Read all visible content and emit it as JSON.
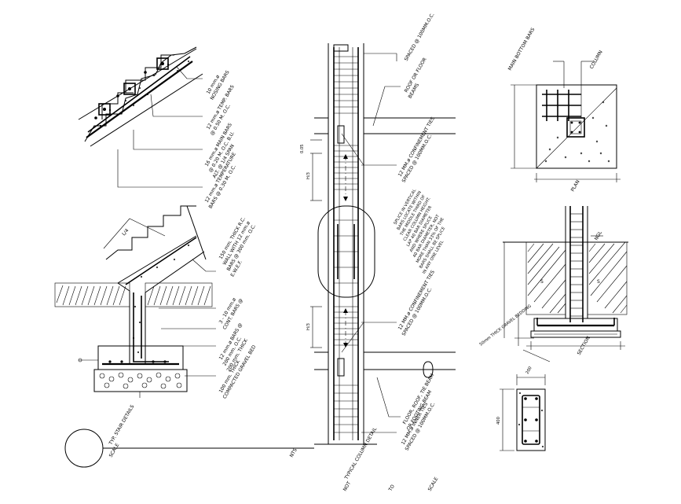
{
  "stair": {
    "nosing_label": [
      "10 mm.ø",
      "NOSING BARS"
    ],
    "temp_bars_label": [
      "12 mm.ø TEMP. BARS",
      "@ 0.50 M. O.C."
    ],
    "main_bars_label": [
      "16 mm.ø MAIN BARS",
      "@ 0.20 M. O.C. B.U.",
      "ALT. @ 1/4 SPAN"
    ],
    "temperature_label": [
      "12 mm.ø TEMPERATURE",
      "BARS @ 0.30 M. O.C."
    ],
    "span_mark": "L/4",
    "slab_label": [
      "150 mm. THICK R.C.",
      "WALL WITH 12 mm.ø",
      "BARS @ 300 mm. O.C.",
      "E.W.E.F."
    ],
    "dowel_label": [
      "3 - 10 mm.ø",
      "CONT. BARS @"
    ],
    "footing_label": [
      "12 mm.ø BARS @",
      "200 mm. O.C.",
      "200 mm. THICK"
    ],
    "gravel_label": [
      "100 mm. THICK",
      "COMPACTED GRAVEL BED"
    ],
    "title": "TYP. STAIR DETAILS",
    "scale_text": "SCALE",
    "nts_text": "NTS"
  },
  "column": {
    "spacing_top_label": "SPACED @ 100MM.O.C.",
    "roof_label": [
      "ROOF OR FLOOR",
      "BEAMS"
    ],
    "ties_label_top": [
      "12 MM.ø CONFINEMENT TIES",
      "SPACED @ 100MM.O.C."
    ],
    "splice_label": [
      "SPLICE IN VERTICAL",
      "BARS LOCATE WITHIN",
      "THE MIDDLE THIRD OF",
      "CLEAR COLUMN HEIGHT.",
      "LAP 40 BAR DIAMETER",
      "AND WHERE SPLICE",
      "40 BAR DIAMETER, NOT",
      "MORE THAN 33% OF THE",
      "BARS SHALL BE SPLICE",
      "IN ANY ONE LEVEL"
    ],
    "ties_label_bottom": [
      "12 MM.ø CONFINEMENT TIES",
      "SPACED @ 100MM.O.C."
    ],
    "floor_label": [
      "FLOOR, ROOF, TIE BEAM",
      "OR FOOTING BEAM"
    ],
    "ties_label_base": [
      "12 MM.ø INNER TIES",
      "SPACED @ 100MM.O.C."
    ],
    "dim_top": "0.05",
    "third_top": "H/3",
    "third_bottom": "H/3",
    "title": "TYPICAL COLUMN DETAIL",
    "not_text": "NOT",
    "to_text": "TO",
    "scale_text": "SCALE"
  },
  "footing": {
    "main_bottom_label": "MAIN BOTTOM BARS",
    "column_label": "COLUMN",
    "plan_title": "PLAN",
    "ngl_label": "NGL",
    "section_title": "SECTION",
    "gravel_label": "50mm THICK GRAVEL BEDDING",
    "dim_width": "200",
    "dim_height": "400"
  }
}
